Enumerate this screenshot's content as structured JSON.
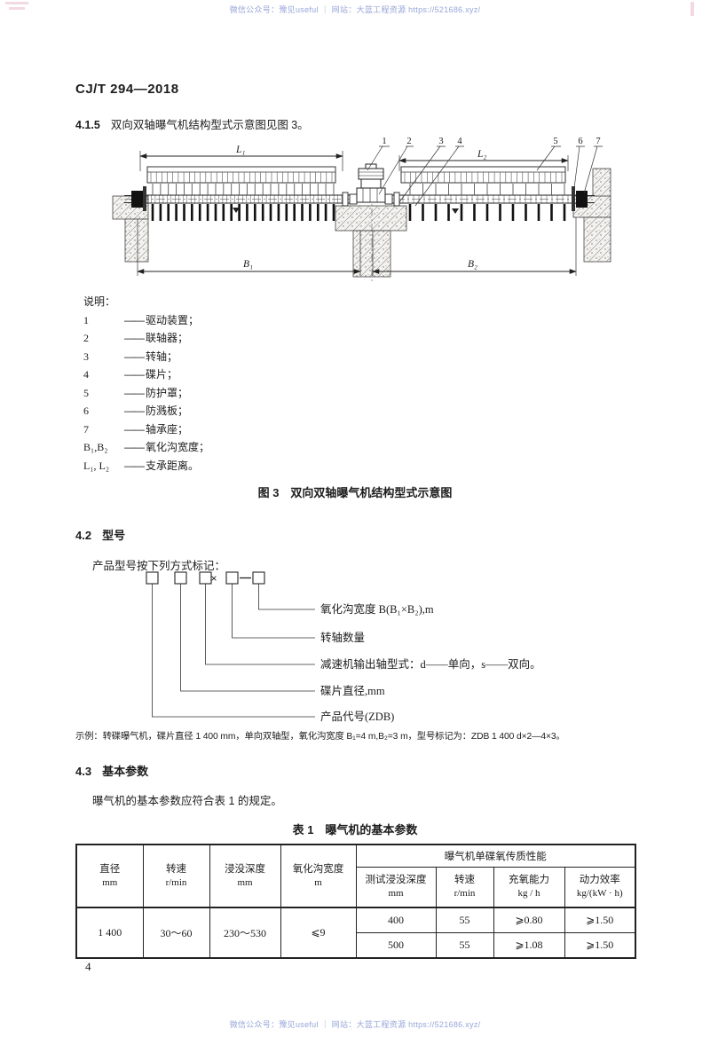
{
  "watermark": {
    "text": "微信公众号：豫见useful ｜ 网站：大蓝工程资源 https://521686.xyz/"
  },
  "header": {
    "standard_code": "CJ/T 294—2018"
  },
  "clause_415": {
    "number": "4.1.5",
    "text": "双向双轴曝气机结构型式示意图见图 3。"
  },
  "figure3": {
    "caption": "图 3　双向双轴曝气机结构型式示意图",
    "callouts": [
      "1",
      "2",
      "3",
      "4",
      "5",
      "6",
      "7"
    ],
    "dims": {
      "L1": "L₁",
      "L2": "L₂",
      "B1": "B₁",
      "B2": "B₂"
    },
    "legend_title": "说明：",
    "legend": [
      {
        "key": "1",
        "label": "驱动装置；"
      },
      {
        "key": "2",
        "label": "联轴器；"
      },
      {
        "key": "3",
        "label": "转轴；"
      },
      {
        "key": "4",
        "label": "碟片；"
      },
      {
        "key": "5",
        "label": "防护罩；"
      },
      {
        "key": "6",
        "label": "防溅板；"
      },
      {
        "key": "7",
        "label": "轴承座；"
      },
      {
        "key": "B₁,B₂",
        "label": "氧化沟宽度；"
      },
      {
        "key": "L₁, L₂",
        "label": "支承距离。"
      }
    ]
  },
  "clause_42": {
    "number": "4.2",
    "title": "型号",
    "intro": "产品型号按下列方式标记：",
    "model_marks": {
      "box": "□",
      "times": "×",
      "dash": "—"
    },
    "labels": [
      "氧化沟宽度 B(B₁×B₂),m",
      "转轴数量",
      "减速机输出轴型式：d——单向，s——双向。",
      "碟片直径,mm",
      "产品代号(ZDB)"
    ],
    "example": "示例：转碟曝气机，碟片直径 1 400 mm，单向双轴型，氧化沟宽度 B₁=4 m,B₂=3 m，型号标记为：ZDB 1 400 d×2—4×3。"
  },
  "clause_43": {
    "number": "4.3",
    "title": "基本参数",
    "intro": "曝气机的基本参数应符合表 1 的规定。"
  },
  "table1": {
    "caption": "表 1　曝气机的基本参数",
    "col_headers": {
      "diameter": {
        "name": "直径",
        "unit": "mm"
      },
      "speed": {
        "name": "转速",
        "unit": "r/min"
      },
      "immersion": {
        "name": "浸没深度",
        "unit": "mm"
      },
      "ditch_width": {
        "name": "氧化沟宽度",
        "unit": "m"
      },
      "performance_group": "曝气机单碟氧传质性能",
      "test_immersion": {
        "name": "测试浸没深度",
        "unit": "mm"
      },
      "test_speed": {
        "name": "转速",
        "unit": "r/min"
      },
      "oxygen_capacity": {
        "name": "充氧能力",
        "unit": "kg / h"
      },
      "power_efficiency": {
        "name": "动力效率",
        "unit": "kg/(kW · h)"
      }
    },
    "shared": {
      "diameter": "1 400",
      "speed": "30～60",
      "immersion": "230～530",
      "ditch_width": "⩽9"
    },
    "rows": [
      {
        "test_immersion": "400",
        "test_speed": "55",
        "oxygen_capacity": "⩾0.80",
        "power_efficiency": "⩾1.50"
      },
      {
        "test_immersion": "500",
        "test_speed": "55",
        "oxygen_capacity": "⩾1.08",
        "power_efficiency": "⩾1.50"
      }
    ]
  },
  "footer": {
    "page_number": "4"
  }
}
